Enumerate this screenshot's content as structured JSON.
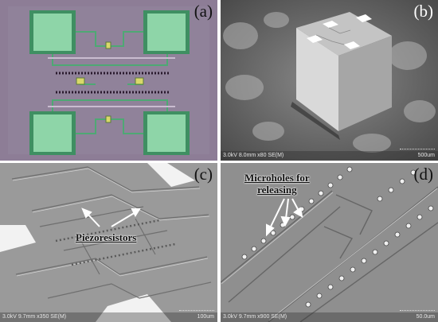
{
  "panels": {
    "a": {
      "label": "(a)"
    },
    "b": {
      "label": "(b)",
      "sem_params": "3.0kV 8.0mm x80 SE(M)",
      "scale": "500um"
    },
    "c": {
      "label": "(c)",
      "sem_params": "3.0kV 9.7mm x350 SE(M)",
      "scale": "100um",
      "annotation": "Piezoresistors"
    },
    "d": {
      "label": "(d)",
      "sem_params": "3.0kV 9.7mm x900 SE(M)",
      "scale": "50.0um",
      "annotation_line1": "Microholes for",
      "annotation_line2": "releasing"
    }
  },
  "colors": {
    "substrate": "#8d7d96",
    "pad_fill": "#8ed5a8",
    "pad_border": "#3f8f62",
    "sem_gray": "#9a9a9a"
  }
}
